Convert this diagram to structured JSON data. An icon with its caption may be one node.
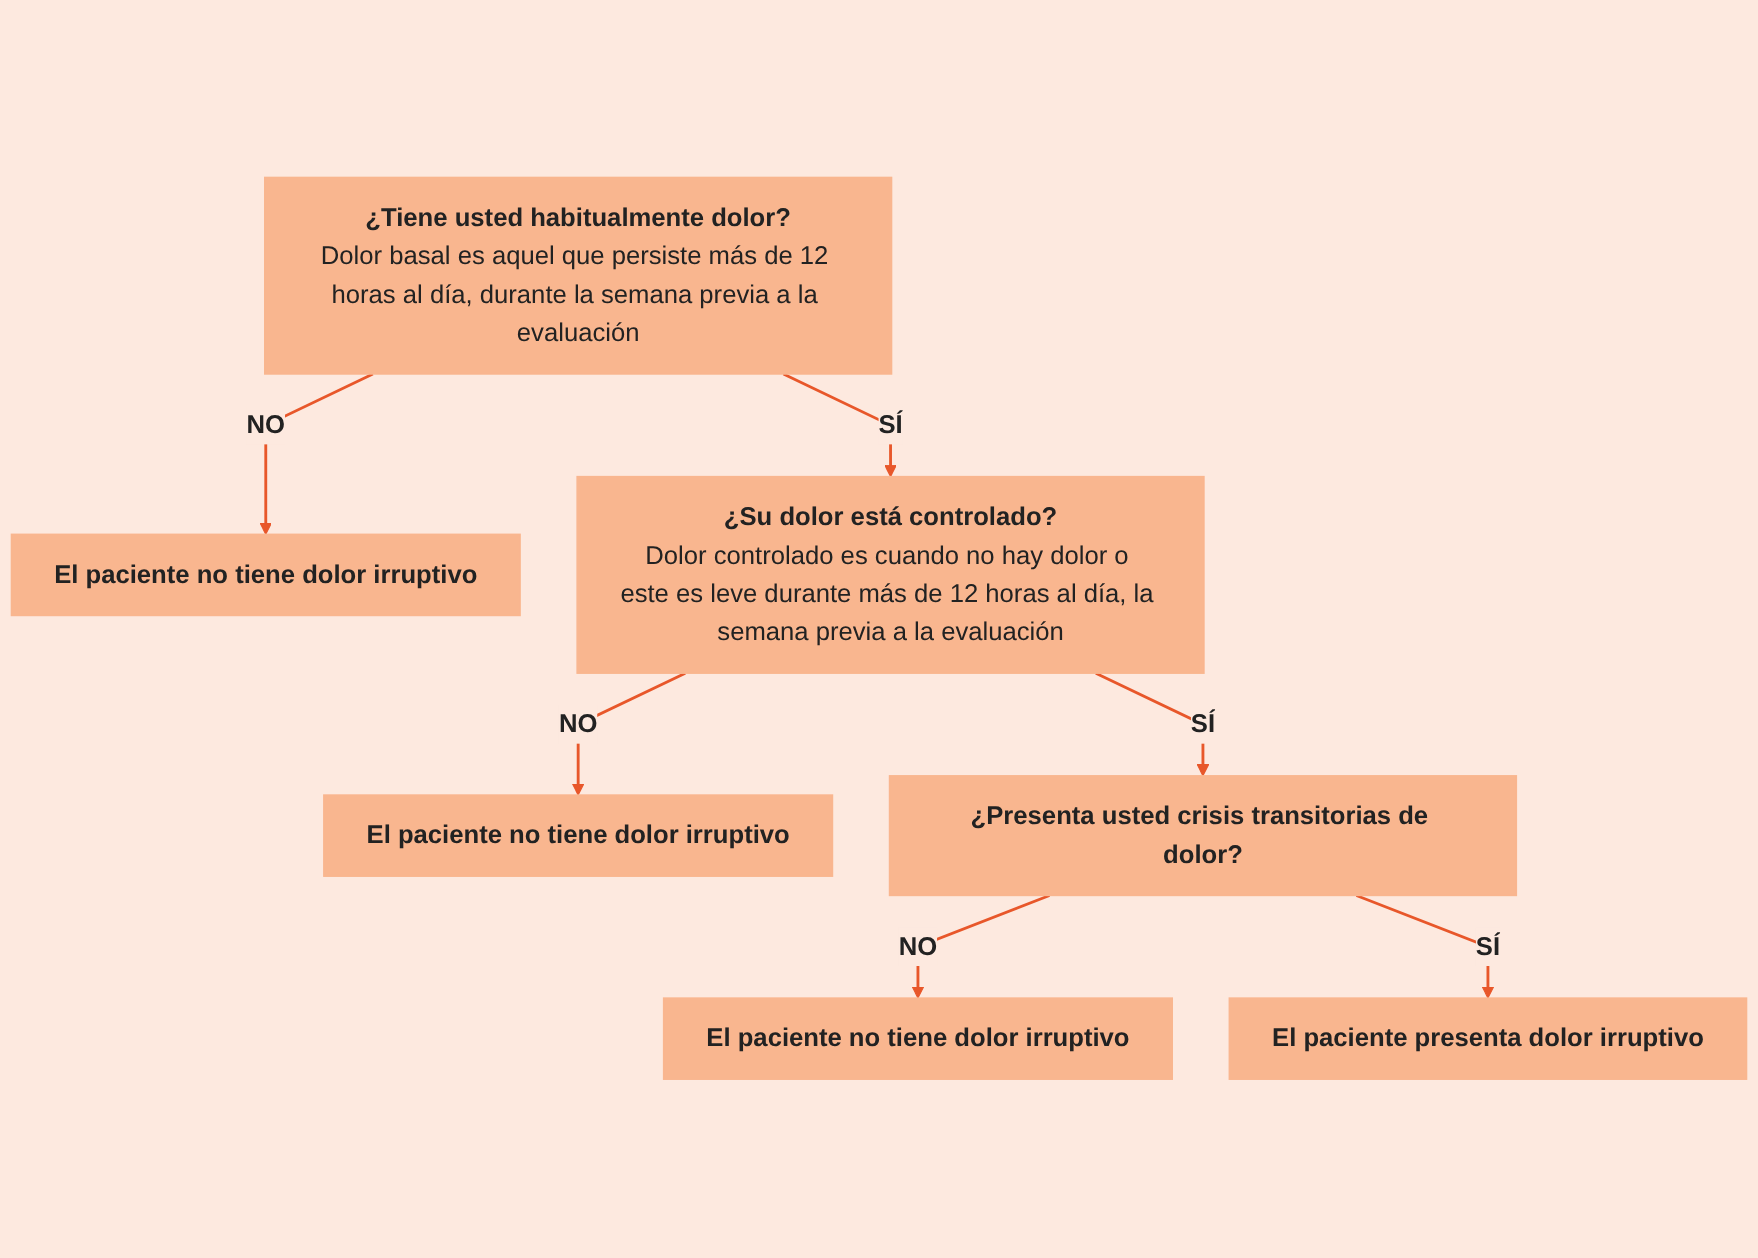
{
  "diagram": {
    "nodes": [
      {
        "text": [
          "¿Tiene usted habitualmente dolor?",
          "Dolor basal es aquel que persiste más de 12 horas al día, durante la semana previa a la evaluación"
        ]
      },
      {
        "text": [
          "El paciente no tiene dolor irruptivo"
        ]
      },
      {
        "text": [
          "¿Su dolor está controlado?",
          "Dolor controlado es cuando no hay dolor o este es leve durante más de 12 horas al día, la semana previa a la evaluación"
        ]
      },
      {
        "text": [
          "El paciente no tiene dolor irruptivo"
        ]
      },
      {
        "text": [
          "¿Presenta usted crisis transitorias de dolor?"
        ]
      },
      {
        "text": [
          "El paciente no tiene dolor irruptivo"
        ]
      },
      {
        "text": [
          "El paciente presenta dolor irruptivo"
        ]
      }
    ],
    "edges": [
      {
        "from": 0,
        "to": 1,
        "arrow": "to",
        "label": "NO"
      },
      {
        "from": 0,
        "to": 2,
        "arrow": "to",
        "label": "SÍ"
      },
      {
        "from": 2,
        "to": 3,
        "arrow": "to",
        "label": "NO"
      },
      {
        "from": 2,
        "to": 4,
        "arrow": "to",
        "label": "SÍ"
      },
      {
        "from": 4,
        "to": 5,
        "arrow": "to",
        "label": "NO"
      },
      {
        "from": 4,
        "to": 6,
        "arrow": "to",
        "label": "SÍ"
      }
    ]
  }
}
